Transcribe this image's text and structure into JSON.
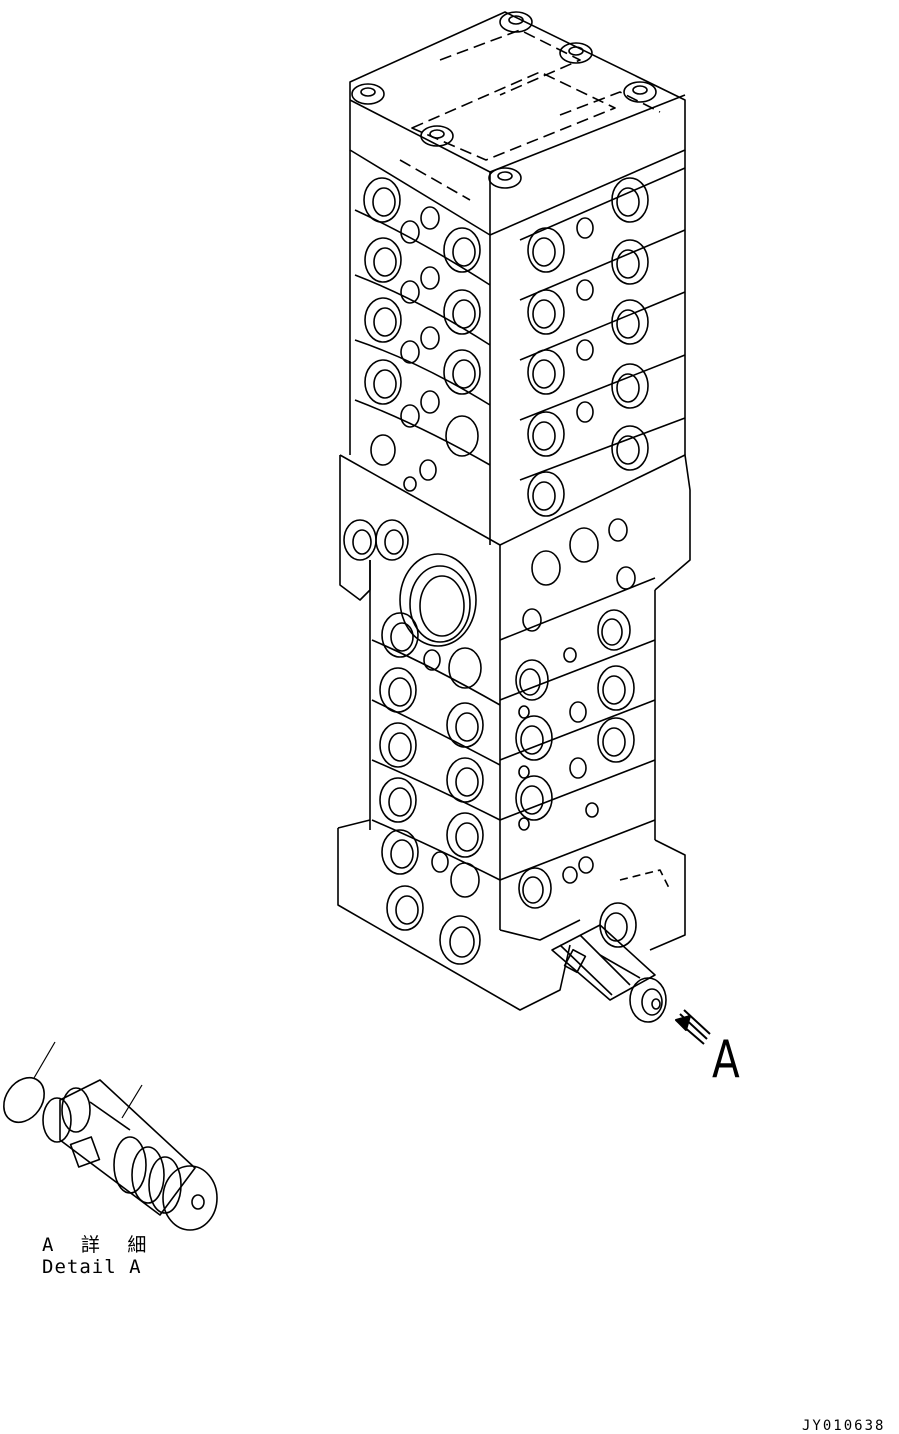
{
  "view_label": "A",
  "detail": {
    "label_jp": "A 詳 細",
    "label_en": "Detail A"
  },
  "drawing_id": "JY010638"
}
